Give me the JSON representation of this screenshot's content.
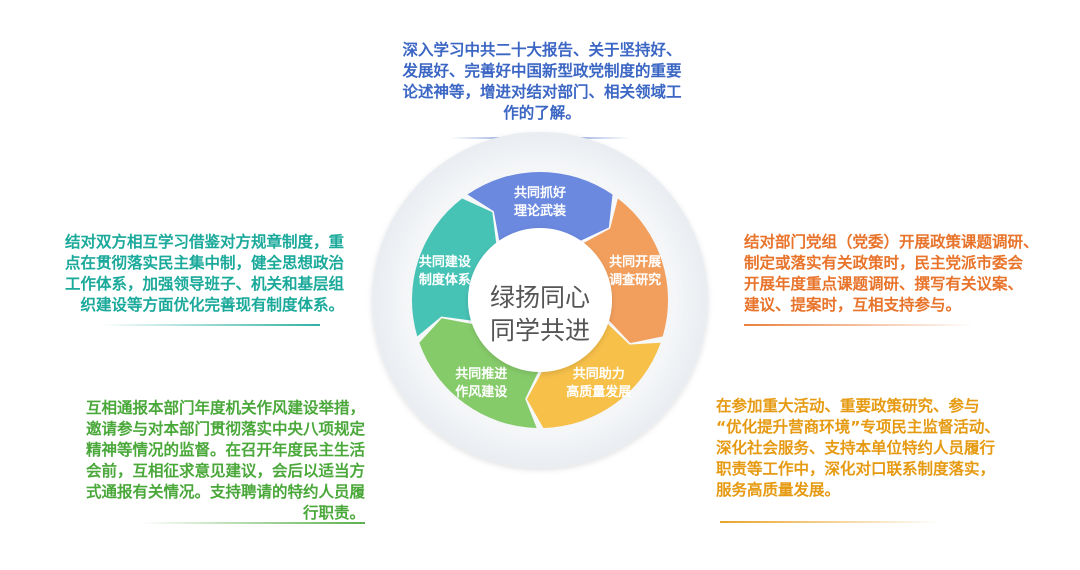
{
  "center": {
    "line1": "绿扬同心",
    "line2": "同学共进"
  },
  "segments": [
    {
      "id": "top",
      "line1": "共同抓好",
      "line2": "理论武装",
      "color": "#4a6fd8"
    },
    {
      "id": "right",
      "line1": "共同开展",
      "line2": "调查研究",
      "color": "#f08a3a"
    },
    {
      "id": "bottom-right",
      "line1": "共同助力",
      "line2": "高质量发展",
      "color": "#f5b321"
    },
    {
      "id": "bottom-left",
      "line1": "共同推进",
      "line2": "作风建设",
      "color": "#6cc04a"
    },
    {
      "id": "left",
      "line1": "共同建设",
      "line2": "制度体系",
      "color": "#1fb6a6"
    }
  ],
  "blocks": {
    "top": {
      "text": "深入学习中共二十大报告、关于坚持好、\n发展好、完善好中国新型政党制度的重要\n论述神等，增进对结对部门、相关领域工\n作的了解。",
      "color": "#3b66c4"
    },
    "right": {
      "text": "结对部门党组（党委）开展政策课题调研、\n制定或落实有关政策时，民主党派市委会\n开展年度重点课题调研、撰写有关议案、\n建议、提案时，互相支持参与。",
      "color": "#e8732a"
    },
    "bottom_right": {
      "text": "在参加重大活动、重要政策研究、参与\n“优化提升营商环境”专项民主监督活动、\n深化社会服务、支持本单位特约人员履行\n职责等工作中，深化对口联系制度落实，\n服务高质量发展。",
      "color": "#e69a12"
    },
    "bottom_left": {
      "text": "互相通报本部门年度机关作风建设举措，\n邀请参与对本部门贯彻落实中央八项规定\n精神等情况的监督。在召开年度民主生活\n会前，互相征求意见建议，会后以适当方\n式通报有关情况。支持聘请的特约人员履\n行职责。",
      "color": "#4aa83a"
    },
    "left": {
      "text": "结对双方相互学习借鉴对方规章制度，重\n点在贯彻落实民主集中制，健全思想政治\n工作体系，加强领导班子、机关和基层组\n织建设等方面优化完善现有制度体系。",
      "color": "#1aa99a"
    }
  }
}
